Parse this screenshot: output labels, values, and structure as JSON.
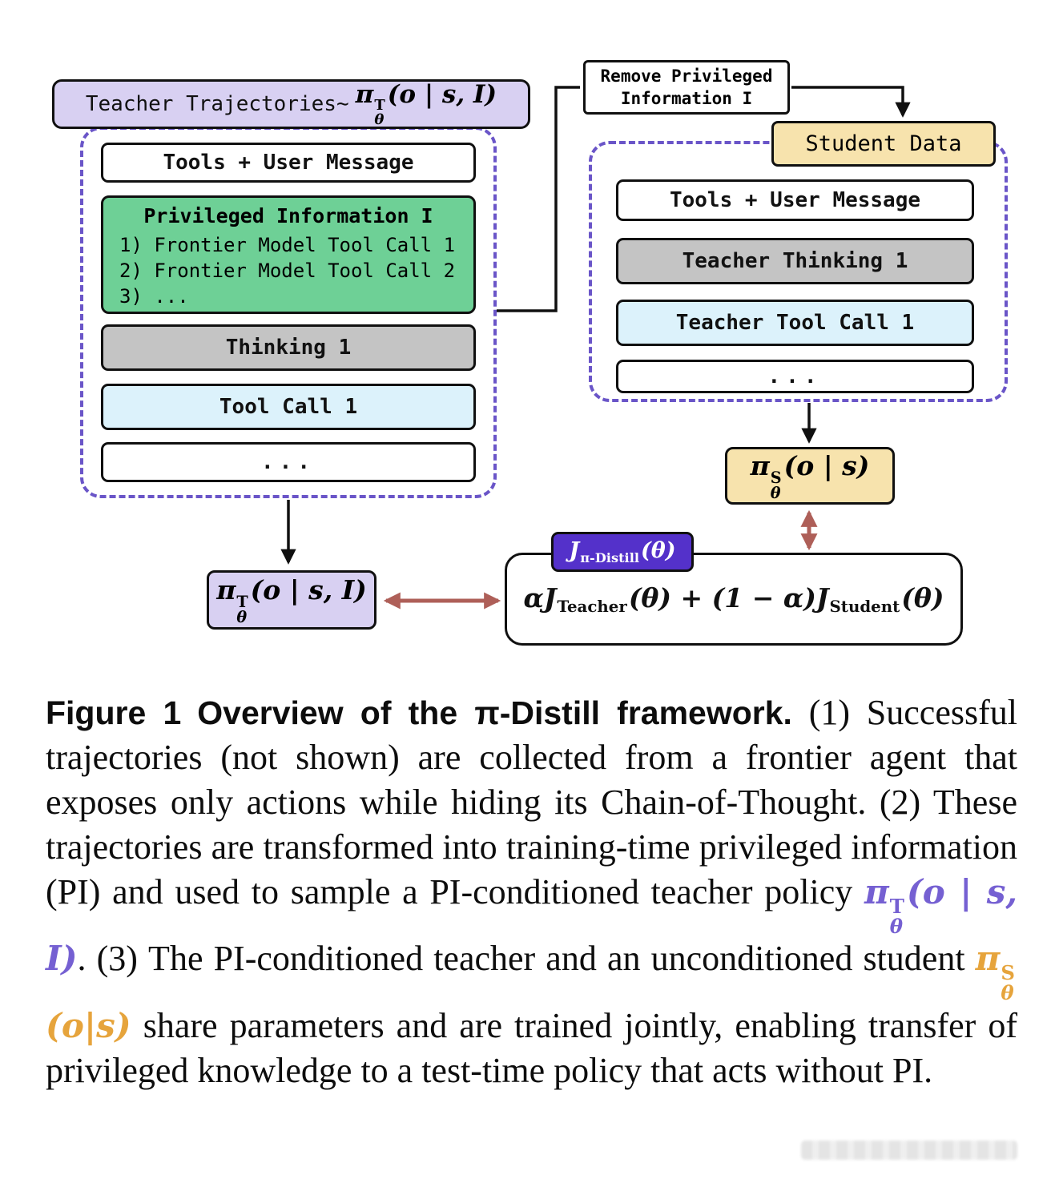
{
  "figure": {
    "teacher_header": {
      "label": "Teacher Trajectories∼",
      "math": {
        "base": "π",
        "sup": "T",
        "sub": "θ",
        "args": "(o | s, I)"
      }
    },
    "left_panel": {
      "tools_label": "Tools + User Message",
      "privileged": {
        "title": "Privileged Information I",
        "lines": [
          "1) Frontier Model Tool Call 1",
          "2) Frontier Model Tool Call 2",
          "3) ..."
        ]
      },
      "thinking_label": "Thinking 1",
      "tool_call_label": "Tool Call 1",
      "ellipsis": "..."
    },
    "remove_box": {
      "line1": "Remove Privileged",
      "line2": "Information I"
    },
    "student_data_label": "Student Data",
    "right_panel": {
      "tools_label": "Tools + User Message",
      "thinking_label": "Teacher Thinking 1",
      "tool_call_label": "Teacher Tool Call 1",
      "ellipsis": "..."
    },
    "teacher_policy": {
      "base": "π",
      "sup": "T",
      "sub": "θ",
      "args": "(o | s, I)"
    },
    "student_policy": {
      "base": "π",
      "sup": "S",
      "sub": "θ",
      "args": "(o | s)"
    },
    "loss_badge": {
      "base": "J",
      "sub": "π-Distill",
      "args": "(θ)"
    },
    "loss_formula": {
      "alpha": "α",
      "j_teacher": {
        "base": "J",
        "sub": "Teacher",
        "args": "(θ) + (1 − α)"
      },
      "j_student": {
        "base": "J",
        "sub": "Student",
        "args": "(θ)"
      }
    }
  },
  "caption": {
    "heading": "Figure 1",
    "title": "Overview of the π-Distill framework.",
    "body1": " (1) Successful trajectories (not shown) are collected from a frontier agent that exposes only actions while hiding its Chain-of-Thought. (2) These trajectories are transformed into training-time privileged information (PI) and used to sample a PI-conditioned teacher policy ",
    "teacher_math": {
      "base": "π",
      "sup": "T",
      "sub": "θ",
      "args": "(o | s, I)"
    },
    "body2": ". (3) The PI-conditioned teacher and an unconditioned student ",
    "student_math": {
      "base": "π",
      "sup": "S",
      "sub": "θ",
      "args": "(o|s)"
    },
    "body3": " share parameters and are trained jointly, enabling transfer of privileged knowledge to a test-time policy that acts without PI."
  },
  "colors": {
    "lavender": "#d8d0f2",
    "green": "#6ed096",
    "gray": "#c4c4c4",
    "light_blue": "#dcf2fb",
    "tan": "#f7e3ad",
    "badge_purple": "#5431ca",
    "dashed_purple": "#6a55c8",
    "arrow_red": "#ae5f58",
    "caption_teacher_math": "#7560d2",
    "caption_student_math": "#e6a43c"
  }
}
